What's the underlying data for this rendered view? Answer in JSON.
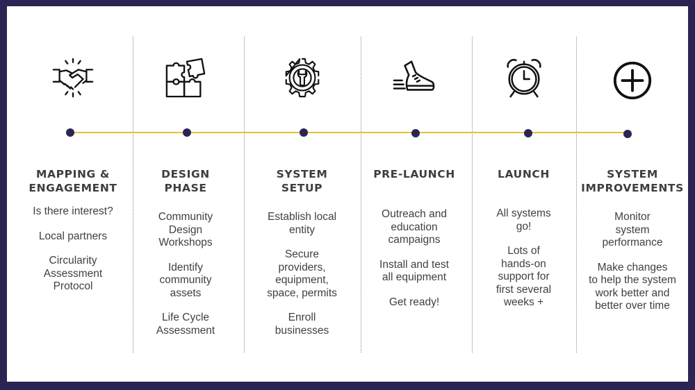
{
  "phases": [
    {
      "icon": "handshake-icon",
      "title": "MAPPING &\nENGAGEMENT",
      "items": [
        "Is there interest?",
        "Local partners",
        "Circularity\nAssessment\nProtocol"
      ]
    },
    {
      "icon": "puzzle-icon",
      "title": "DESIGN\nPHASE",
      "items": [
        "Community\nDesign\nWorkshops",
        "Identify\ncommunity\nassets",
        "Life Cycle\nAssessment"
      ]
    },
    {
      "icon": "gear-wrench-icon",
      "title": "SYSTEM\nSETUP",
      "items": [
        "Establish local\nentity",
        "Secure\nproviders,\nequipment,\nspace, permits",
        "Enroll\nbusinesses"
      ]
    },
    {
      "icon": "sneaker-icon",
      "title": "PRE-LAUNCH",
      "items": [
        "Outreach and\neducation\ncampaigns",
        "Install and test\nall equipment",
        "Get ready!"
      ]
    },
    {
      "icon": "alarm-clock-icon",
      "title": "LAUNCH",
      "items": [
        "All systems\ngo!",
        "Lots of\nhands-on\nsupport for\nfirst several\nweeks +"
      ]
    },
    {
      "icon": "plus-circle-icon",
      "title": "SYSTEM\nIMPROVEMENTS",
      "items": [
        "Monitor\nsystem\nperformance",
        "Make changes\nto help the system\nwork better and\nbetter over time"
      ]
    }
  ],
  "colors": {
    "frame": "#2b2554",
    "timeline": "#e2c230",
    "dot": "#2b2554",
    "text": "#404040"
  }
}
